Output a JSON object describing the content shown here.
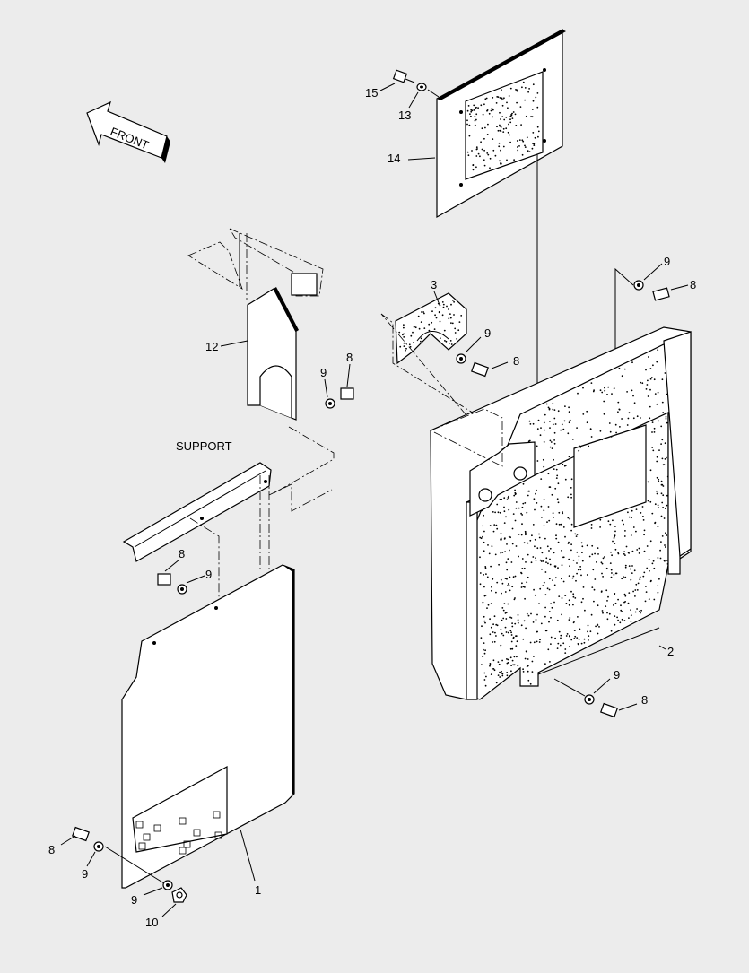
{
  "labels": {
    "front": "FRONT",
    "support": "SUPPORT"
  },
  "callouts": {
    "c15": "15",
    "c13": "13",
    "c14": "14",
    "c3": "3",
    "c9_top_right": "9",
    "c8_top_right": "8",
    "c9_gasket": "9",
    "c8_gasket": "8",
    "c12": "12",
    "c9_cover": "9",
    "c8_cover": "8",
    "c8_support": "8",
    "c9_support": "9",
    "c2": "2",
    "c9_bottom_right": "9",
    "c8_bottom_right": "8",
    "c8_bottom_left": "8",
    "c9_bottom_left": "9",
    "c9_bottom": "9",
    "c10": "10",
    "c1": "1"
  }
}
